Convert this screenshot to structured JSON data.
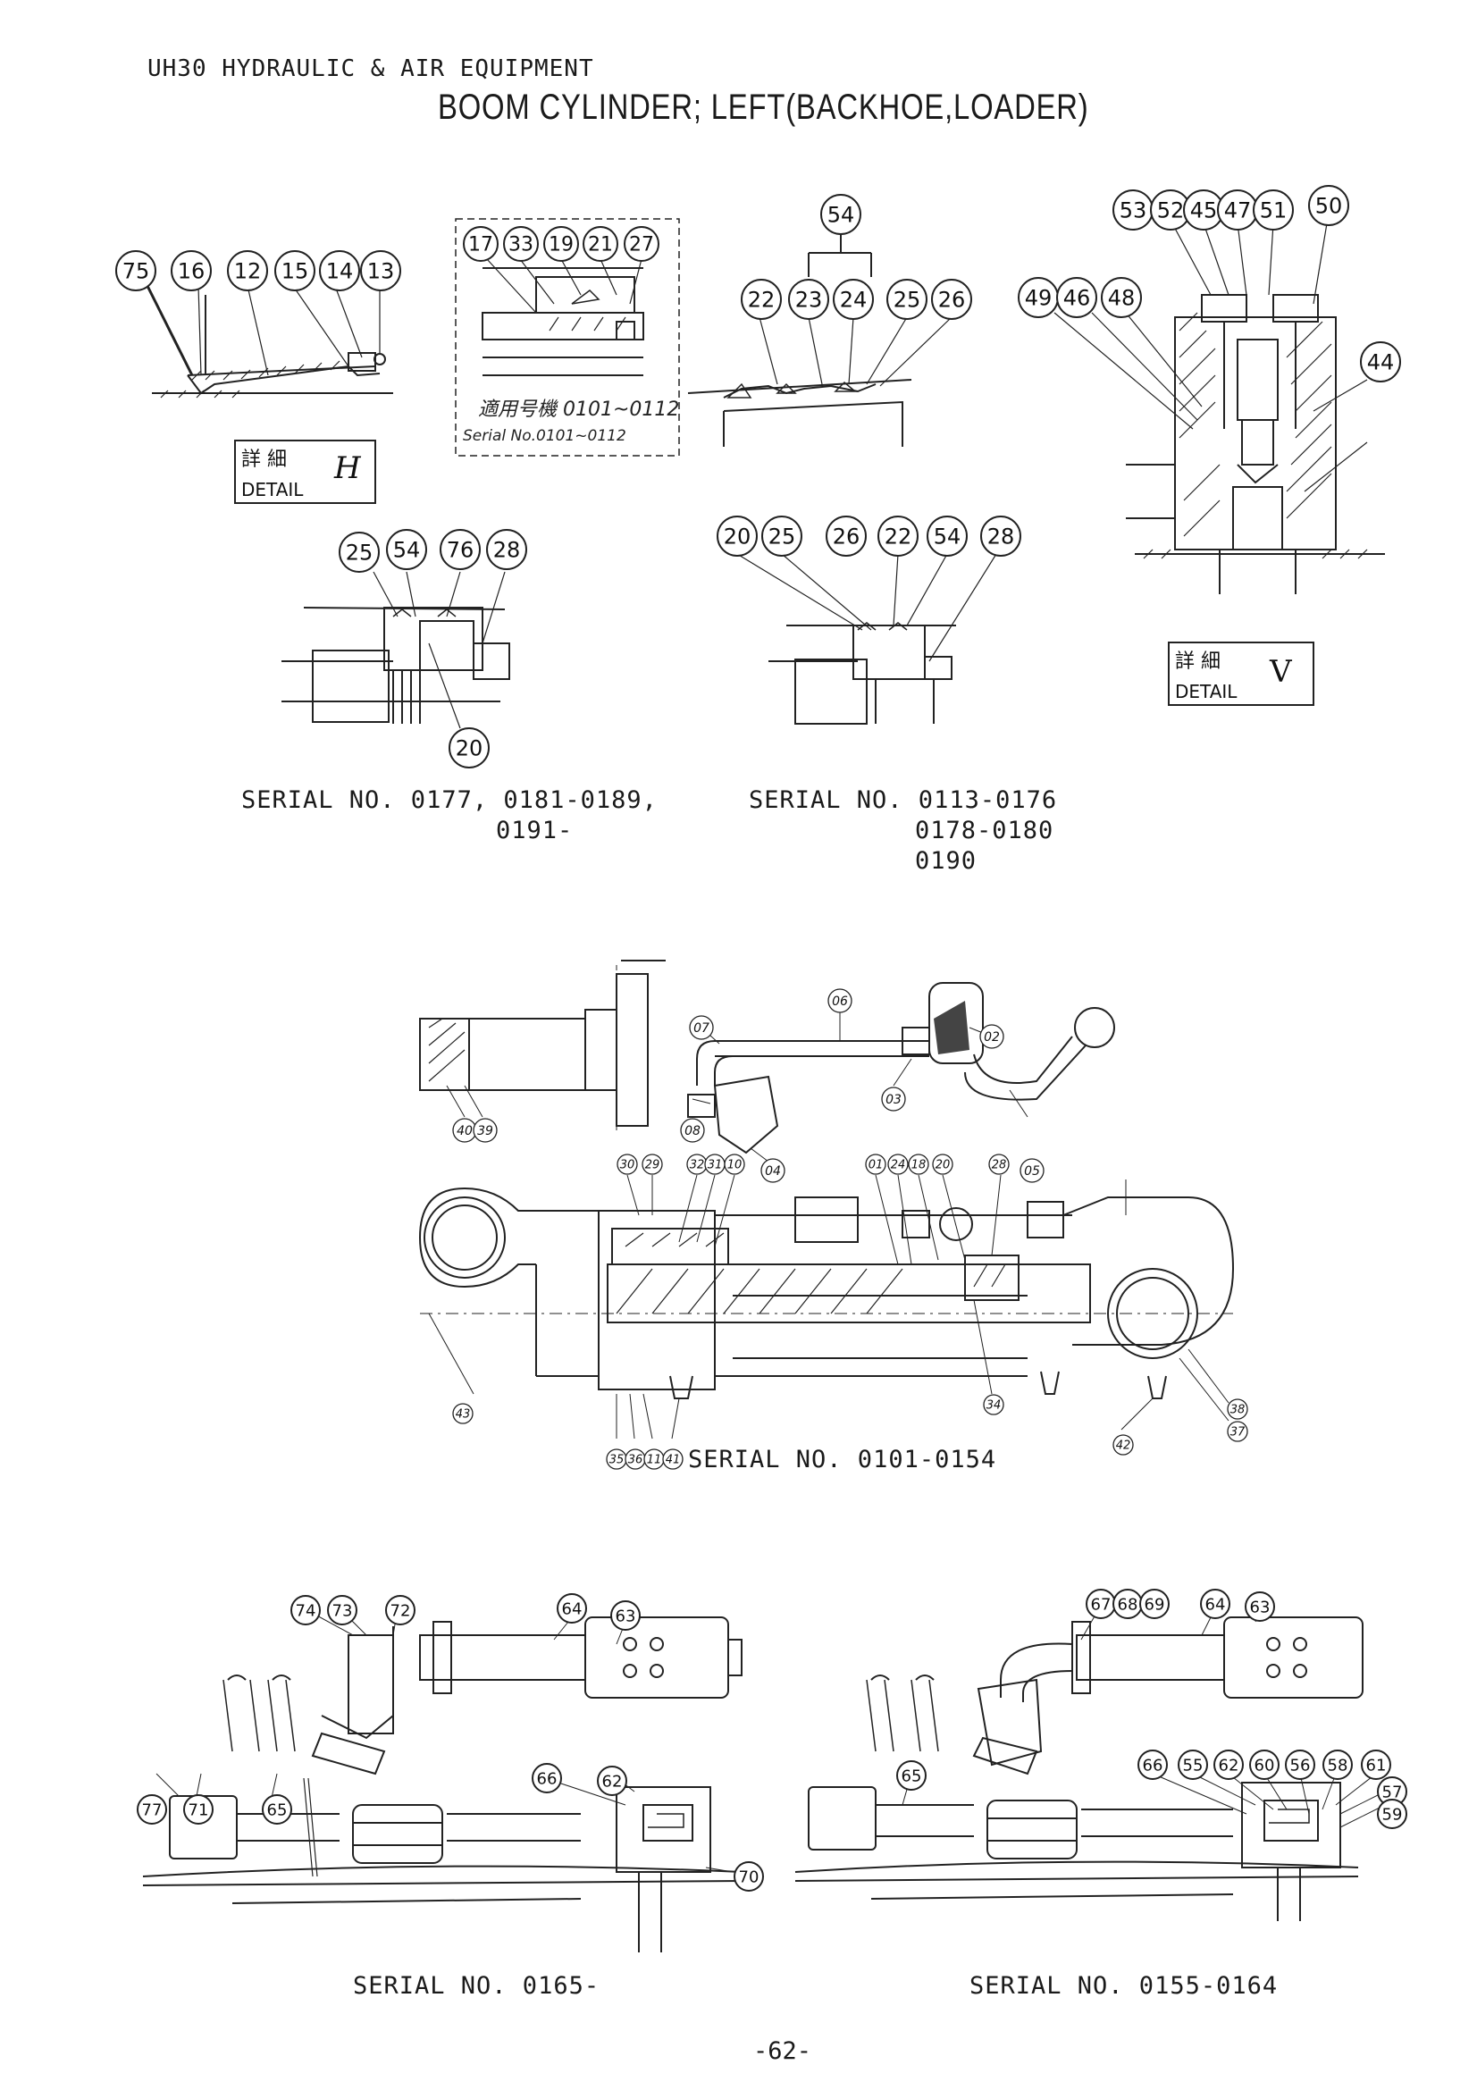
{
  "header": {
    "model": "UH30 HYDRAULIC & AIR EQUIPMENT",
    "title": "BOOM CYLINDER; LEFT(BACKHOE,LOADER)"
  },
  "details": {
    "h_jp": "詳 細",
    "h_en": "DETAIL",
    "h_letter": "H",
    "v_jp": "詳 細",
    "v_en": "DETAIL",
    "v_letter": "V"
  },
  "notes": {
    "applicable_jp": "適用号機 0101~0112",
    "serial_range": "Serial No.0101~0112"
  },
  "serials": {
    "s1_line1": "SERIAL NO. 0177, 0181-0189,",
    "s1_line2": "0191-",
    "s2_line1": "SERIAL NO.  0113-0176",
    "s2_line2": "0178-0180",
    "s2_line3": "0190",
    "main": "SERIAL NO. 0101-0154",
    "bottom_left": "SERIAL NO. 0165-",
    "bottom_right": "SERIAL NO. 0155-0164"
  },
  "page_number": "-62-",
  "callouts": {
    "detail_h": [
      "75",
      "16",
      "12",
      "15",
      "14",
      "13"
    ],
    "serial_box": [
      "17",
      "33",
      "19",
      "21",
      "27"
    ],
    "seal_group": [
      "54",
      "22",
      "23",
      "24",
      "25",
      "26"
    ],
    "detail_v": [
      "53",
      "52",
      "45",
      "47",
      "51",
      "50",
      "49",
      "46",
      "48",
      "44"
    ],
    "piston_a": [
      "25",
      "54",
      "76",
      "28",
      "20"
    ],
    "piston_b": [
      "20",
      "25",
      "26",
      "22",
      "54",
      "28"
    ],
    "main_top": [
      "07",
      "06",
      "02",
      "03",
      "08",
      "04",
      "05",
      "40",
      "39"
    ],
    "main_mid": [
      "30",
      "29",
      "32",
      "31",
      "10",
      "01",
      "24",
      "18",
      "20",
      "28"
    ],
    "main_bot": [
      "35",
      "36",
      "11",
      "41",
      "43",
      "34",
      "42",
      "38",
      "37"
    ],
    "bl": [
      "74",
      "73",
      "72",
      "64",
      "63",
      "77",
      "71",
      "65",
      "66",
      "62",
      "70"
    ],
    "br": [
      "67",
      "68",
      "69",
      "64",
      "63",
      "65",
      "66",
      "55",
      "62",
      "60",
      "56",
      "58",
      "61",
      "57",
      "59"
    ]
  }
}
